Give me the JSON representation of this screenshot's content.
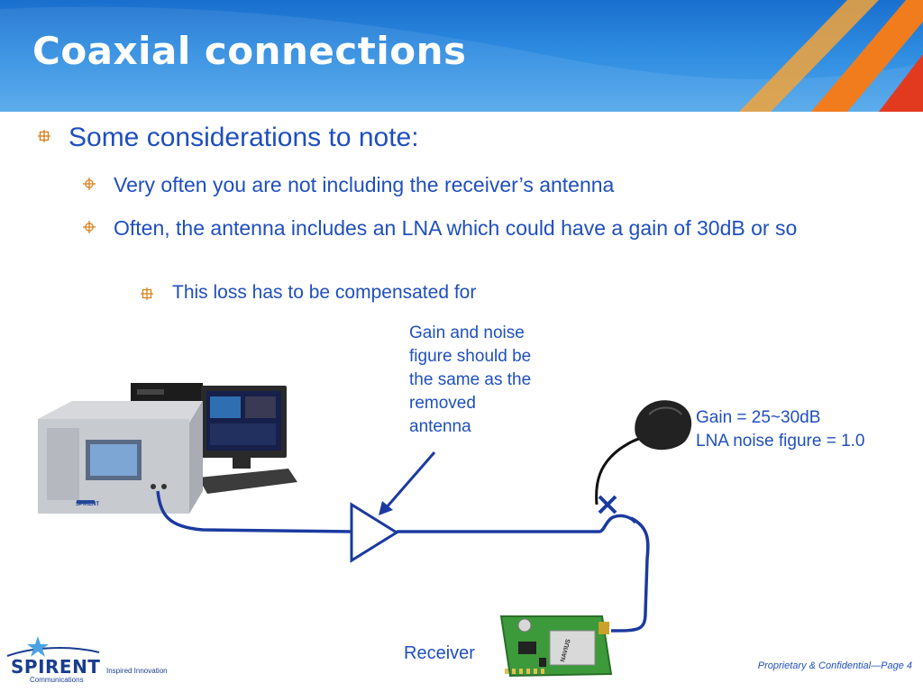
{
  "slide": {
    "title": "Coaxial connections",
    "bullets": [
      {
        "level": 1,
        "text": "Some considerations to note:"
      },
      {
        "level": 2,
        "text": "Very often you are not including the receiver’s antenna"
      },
      {
        "level": 2,
        "text": "Often, the antenna includes an LNA which could have a gain of 30dB or so"
      },
      {
        "level": 3,
        "text": "This loss has to be compensated for"
      }
    ]
  },
  "diagram": {
    "amplifier_note": "Gain and noise\nfigure should be\nthe same as the\nremoved\nantenna",
    "antenna_note": "Gain = 25~30dB\nLNA noise figure = 1.0",
    "receiver_label": "Receiver",
    "simulator_brand": "SPIRENT",
    "module_brand": "NAVIUS"
  },
  "footer": {
    "logo_text": "SPIRENT",
    "logo_sub": "Communications",
    "tagline": "Inspired Innovation",
    "note": "Proprietary & Confidential—Page 4"
  },
  "colors": {
    "accent": "#1f4fbf",
    "cable": "#1b3aa0",
    "header": "#2d8be0",
    "stripe_orange": "#f07c1d",
    "stripe_red": "#e23a1e"
  },
  "icons": [
    "bullet-square-cross-icon",
    "bullet-circle-cross-icon",
    "amplifier-triangle-icon",
    "disconnect-x-icon"
  ]
}
